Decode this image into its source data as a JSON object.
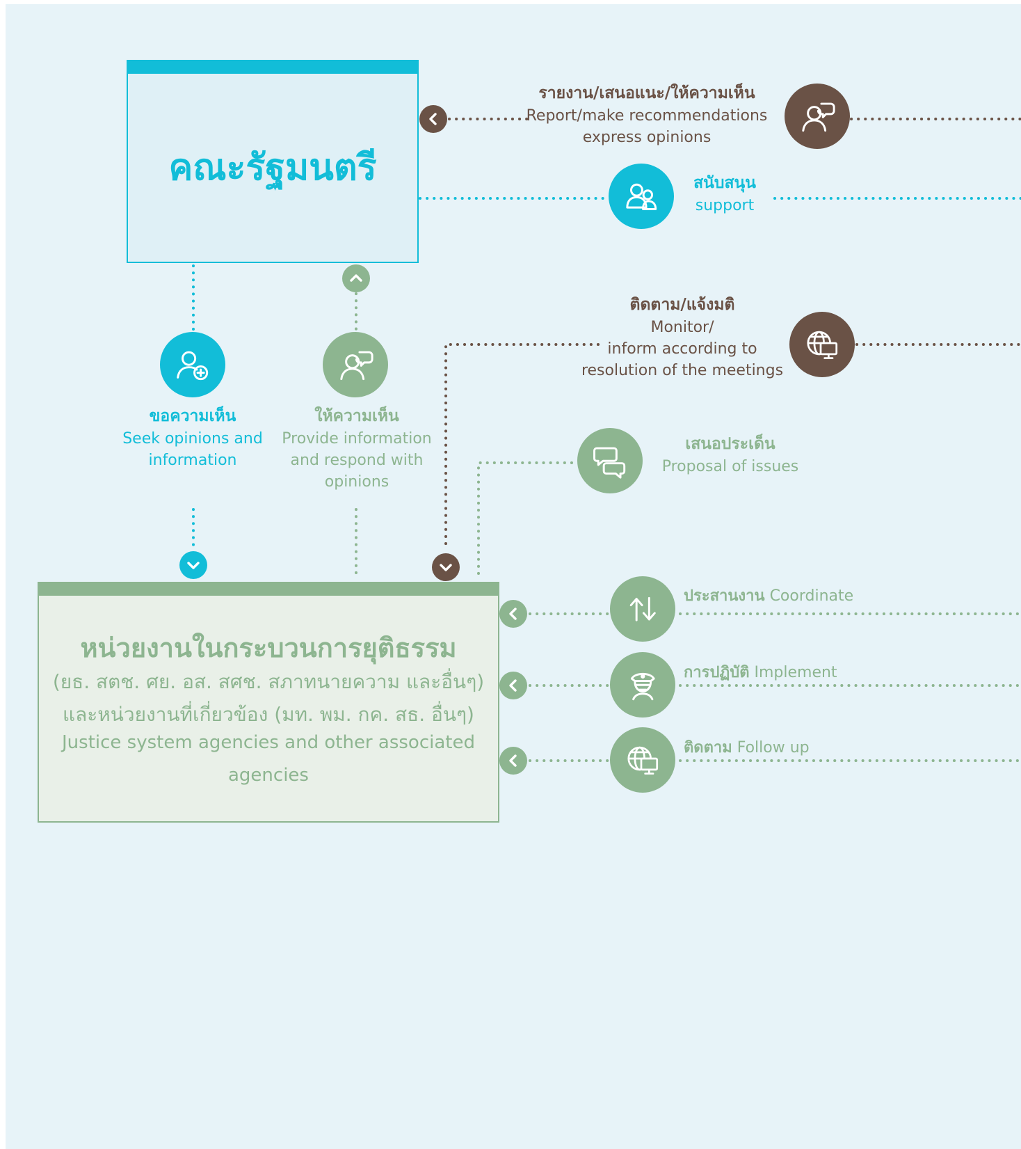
{
  "colors": {
    "cyan": "#12bdd8",
    "green": "#8db590",
    "brown": "#6a5246",
    "background": "#e7f3f8"
  },
  "cabinet_box": {
    "title": "คณะรัฐมนตรี"
  },
  "justice_box": {
    "title": "หน่วยงานในกระบวนการยุติธรรม",
    "line1": "(ยธ. สตช. ศย. อส. สศช. สภาทนายความ และอื่นๆ)",
    "line2": "และหน่วยงานที่เกี่ยวข้อง (มท. พม. กค. สธ. อื่นๆ)",
    "line3": "Justice system agencies and other associated",
    "line4": "agencies"
  },
  "flows": {
    "report": {
      "th": "รายงาน/เสนอแนะ/ให้ความเห็น",
      "en1": "Report/make recommendations",
      "en2": "express opinions",
      "icon": "person-speech-icon"
    },
    "support": {
      "th": "สนับสนุน",
      "en": "support",
      "icon": "people-group-icon"
    },
    "monitor": {
      "th": "ติดตาม/แจ้งมติ",
      "en1": "Monitor/",
      "en2": "inform according to",
      "en3": "resolution of the meetings",
      "icon": "globe-monitor-icon"
    },
    "seek": {
      "th": "ขอความเห็น",
      "en1": "Seek opinions and",
      "en2": "information",
      "icon": "person-add-icon"
    },
    "provide": {
      "th": "ให้ความเห็น",
      "en1": "Provide information",
      "en2": "and respond with",
      "en3": "opinions",
      "icon": "person-speech-icon"
    },
    "proposal": {
      "th": "เสนอประเด็น",
      "en": "Proposal of issues",
      "icon": "chat-bubbles-icon"
    },
    "coordinate": {
      "th": "ประสานงาน",
      "en": "Coordinate",
      "icon": "exchange-arrows-icon"
    },
    "implement": {
      "th": "การปฏิบัติ",
      "en": "Implement",
      "icon": "officer-icon"
    },
    "followup": {
      "th": "ติดตาม",
      "en": "Follow up",
      "icon": "globe-monitor-icon"
    }
  }
}
